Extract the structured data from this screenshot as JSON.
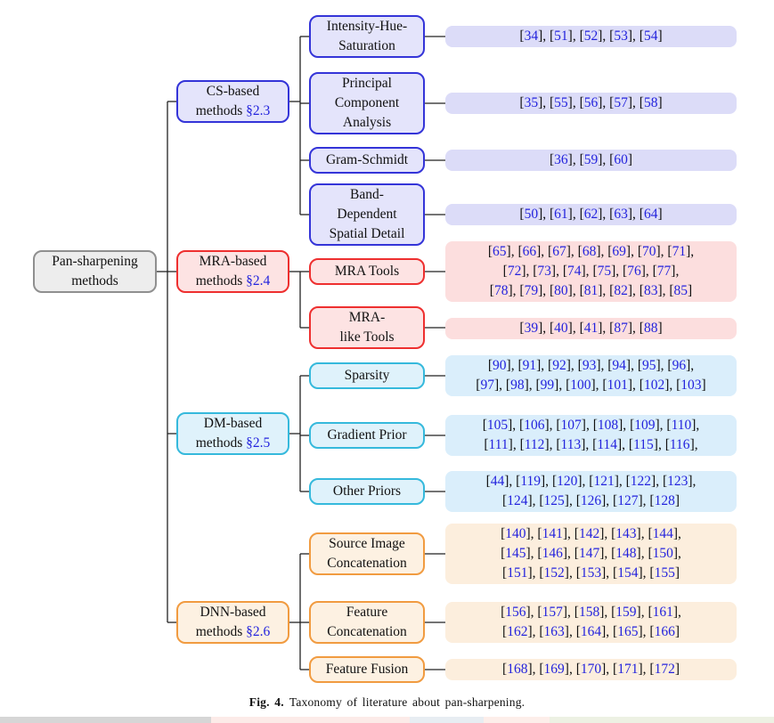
{
  "caption": {
    "label": "Fig. 4.",
    "text": "Taxonomy of literature about pan-sharpening."
  },
  "palette": {
    "root": {
      "border": "#8f8f8f",
      "node_fill": "#ededed"
    },
    "cs": {
      "border": "#3434d8",
      "node_fill": "#e4e4fb",
      "cite_fill": "#dcdcf8"
    },
    "mra": {
      "border": "#ee2f2f",
      "node_fill": "#fde3e3",
      "cite_fill": "#fcdede"
    },
    "dm": {
      "border": "#35b9dc",
      "node_fill": "#dff2fb",
      "cite_fill": "#daeefb"
    },
    "dnn": {
      "border": "#f19b40",
      "node_fill": "#fdf1e2",
      "cite_fill": "#fceedd"
    },
    "link_blue": "#2323dd",
    "line": "#222222",
    "strip_colors": [
      "#d6d6d6",
      "#fcebe8",
      "#e7edf2",
      "#fdeeea",
      "#edf1e3"
    ]
  },
  "tree": {
    "root": {
      "id": "root",
      "label_lines": [
        "Pan-sharpening",
        "methods"
      ]
    },
    "groups": [
      {
        "id": "cs",
        "palette": "cs",
        "label_lines": [
          "CS-based",
          "methods"
        ],
        "section": "§2.3",
        "children": [
          {
            "id": "ihs",
            "label_lines": [
              "Intensity-Hue-",
              "Saturation"
            ],
            "citation_lines": [
              [
                34,
                51,
                52,
                53,
                54
              ]
            ]
          },
          {
            "id": "pca",
            "label_lines": [
              "Principal",
              "Component",
              "Analysis"
            ],
            "citation_lines": [
              [
                35,
                55,
                56,
                57,
                58
              ]
            ]
          },
          {
            "id": "gs",
            "label_lines": [
              "Gram-Schmidt"
            ],
            "citation_lines": [
              [
                36,
                59,
                60
              ]
            ]
          },
          {
            "id": "bdsd",
            "label_lines": [
              "Band-",
              "Dependent",
              "Spatial Detail"
            ],
            "citation_lines": [
              [
                50,
                61,
                62,
                63,
                64
              ]
            ]
          }
        ]
      },
      {
        "id": "mra",
        "palette": "mra",
        "label_lines": [
          "MRA-based",
          "methods"
        ],
        "section": "§2.4",
        "children": [
          {
            "id": "mratools",
            "label_lines": [
              "MRA Tools"
            ],
            "citation_lines": [
              [
                65,
                66,
                67,
                68,
                69,
                70,
                71
              ],
              [
                72,
                73,
                74,
                75,
                76,
                77
              ],
              [
                78,
                79,
                80,
                81,
                82,
                83,
                85
              ]
            ]
          },
          {
            "id": "mralike",
            "label_lines": [
              "MRA-",
              "like Tools"
            ],
            "citation_lines": [
              [
                39,
                40,
                41,
                87,
                88
              ]
            ]
          }
        ]
      },
      {
        "id": "dm",
        "palette": "dm",
        "label_lines": [
          "DM-based",
          "methods"
        ],
        "section": "§2.5",
        "children": [
          {
            "id": "sparsity",
            "label_lines": [
              "Sparsity"
            ],
            "citation_lines": [
              [
                90,
                91,
                92,
                93,
                94,
                95,
                96
              ],
              [
                97,
                98,
                99,
                100,
                101,
                102,
                103
              ]
            ]
          },
          {
            "id": "gradient",
            "label_lines": [
              "Gradient Prior"
            ],
            "citation_lines": [
              [
                105,
                106,
                107,
                108,
                109,
                110
              ],
              [
                111,
                112,
                113,
                114,
                115,
                116
              ]
            ],
            "trailing_comma": true
          },
          {
            "id": "other",
            "label_lines": [
              "Other Priors"
            ],
            "citation_lines": [
              [
                44,
                119,
                120,
                121,
                122,
                123
              ],
              [
                124,
                125,
                126,
                127,
                128
              ]
            ]
          }
        ]
      },
      {
        "id": "dnn",
        "palette": "dnn",
        "label_lines": [
          "DNN-based",
          "methods"
        ],
        "section": "§2.6",
        "children": [
          {
            "id": "source",
            "label_lines": [
              "Source Image",
              "Concatenation"
            ],
            "citation_lines": [
              [
                140,
                141,
                142,
                143,
                144
              ],
              [
                145,
                146,
                147,
                148,
                150
              ],
              [
                151,
                152,
                153,
                154,
                155
              ]
            ]
          },
          {
            "id": "featcat",
            "label_lines": [
              "Feature",
              "Concatenation"
            ],
            "citation_lines": [
              [
                156,
                157,
                158,
                159,
                161
              ],
              [
                162,
                163,
                164,
                165,
                166
              ]
            ]
          },
          {
            "id": "fusion",
            "label_lines": [
              "Feature Fusion"
            ],
            "citation_lines": [
              [
                168,
                169,
                170,
                171,
                172
              ]
            ]
          }
        ]
      }
    ]
  }
}
